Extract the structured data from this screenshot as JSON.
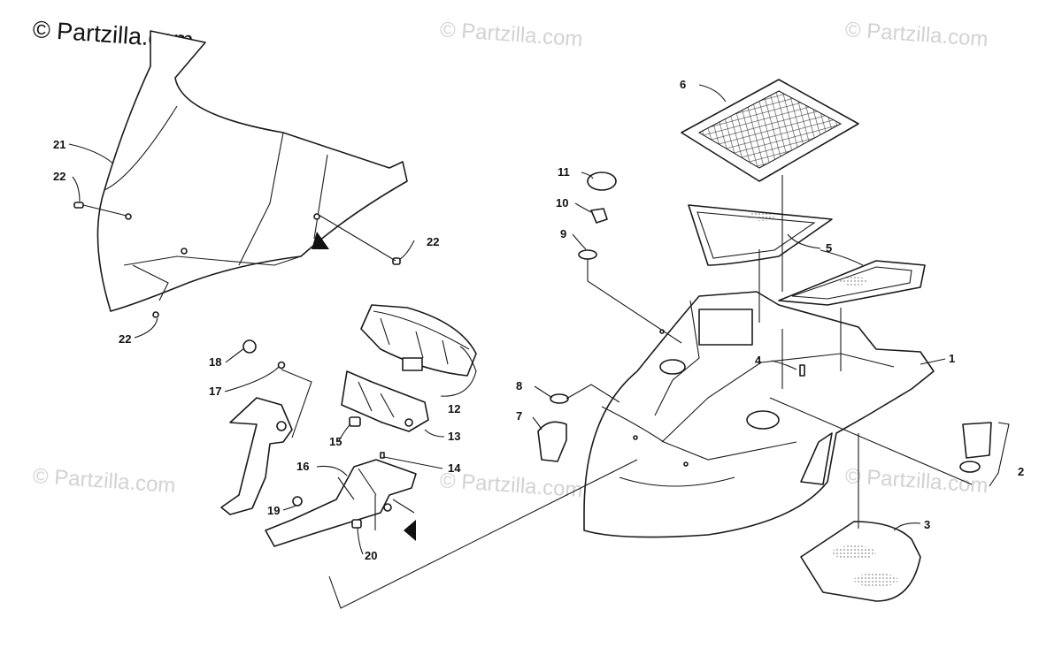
{
  "watermark": {
    "main": "© Partzilla.com",
    "faint": [
      "© Partzilla.com",
      "© Partzilla.com",
      "© Partzilla.com",
      "© Partzilla.com",
      "© Partzilla.com"
    ]
  },
  "callouts": [
    "1",
    "2",
    "3",
    "4",
    "5",
    "6",
    "7",
    "8",
    "9",
    "10",
    "11",
    "12",
    "13",
    "14",
    "15",
    "16",
    "17",
    "18",
    "19",
    "20",
    "21",
    "22",
    "22",
    "22"
  ]
}
